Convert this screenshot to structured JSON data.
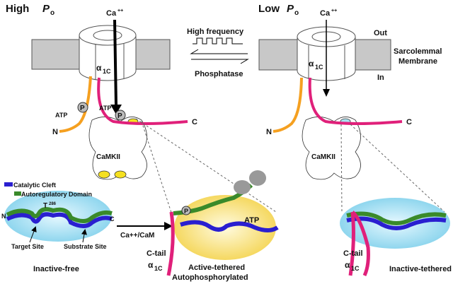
{
  "left_state": {
    "title": "High",
    "title_var": "P",
    "title_sub": "o"
  },
  "right_state": {
    "title": "Low",
    "title_var": "P",
    "title_sub": "o"
  },
  "ion": {
    "symbol": "Ca",
    "charge": "++"
  },
  "channel": {
    "alpha": "α",
    "sub": "1C"
  },
  "transition": {
    "forward": "High  frequency",
    "reverse": "Phosphatase"
  },
  "membrane": {
    "out": "Out",
    "in": "In",
    "line1": "Sarcolemmal",
    "line2": "Membrane"
  },
  "kinase": {
    "name": "CaMKII",
    "n_term": "N",
    "c_term": "C",
    "atp": "ATP",
    "phospho": "P"
  },
  "legend": {
    "catalytic": "Catalytic  Cleft",
    "autoregulatory": "Autoregulatory  Domain"
  },
  "inactive_free": {
    "residue": "T",
    "residue_num": "286",
    "target": "Target  Site",
    "substrate": "Substrate  Site",
    "label": "Inactive-free",
    "n": "N",
    "c": "C"
  },
  "activation_arrow": {
    "label": "Ca++/CaM"
  },
  "active_tethered": {
    "ctail": "C-tail",
    "label1": "Active-tethered",
    "label2": "Autophosphorylated",
    "atp": "ATP",
    "phospho": "P"
  },
  "inactive_tethered": {
    "ctail": "C-tail",
    "label": "Inactive-tethered"
  },
  "colors": {
    "catalytic": "#2a1fd0",
    "autoregulatory": "#3a8a2a",
    "orange_strand": "#f5a020",
    "magenta_strand": "#e0207a",
    "membrane": "#c8c8c8",
    "domain_blue": "#a8e0f0",
    "domain_yellow": "#f8e080"
  }
}
